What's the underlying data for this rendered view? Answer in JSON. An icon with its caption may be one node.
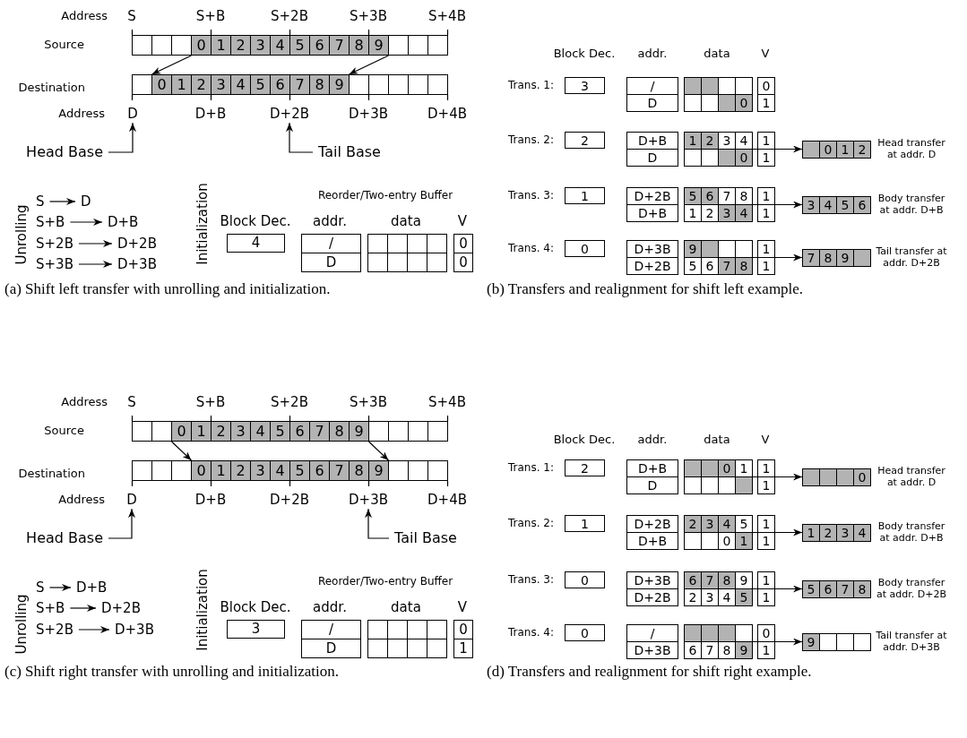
{
  "diagram": {
    "nodes": [
      {
        "text": [
          "0",
          "1",
          "2",
          "3",
          "4",
          "5",
          "6",
          "7",
          "8",
          "9"
        ]
      },
      {
        "text": [
          "0",
          "1",
          "2",
          "3",
          "4",
          "5",
          "6",
          "7",
          "8",
          "9"
        ]
      },
      {
        "text": [
          "D"
        ]
      },
      {
        "text": [
          "D+2B"
        ]
      },
      {
        "text": [
          "Head Base"
        ]
      },
      {
        "text": [
          "Tail Base"
        ]
      },
      {
        "text": [
          "S"
        ]
      },
      {
        "text": [
          "D"
        ]
      },
      {
        "text": [
          "S+B"
        ]
      },
      {
        "text": [
          "D+B"
        ]
      },
      {
        "text": [
          "S+2B"
        ]
      },
      {
        "text": [
          "D+2B"
        ]
      },
      {
        "text": [
          "S+3B"
        ]
      },
      {
        "text": [
          "D+3B"
        ]
      },
      {
        "text": [
          "4"
        ]
      },
      {
        "text": [
          "/",
          "D"
        ]
      },
      {
        "text": [],
        "shape": "box"
      },
      {
        "text": [
          "0",
          "0"
        ]
      },
      {
        "text": [
          "3"
        ]
      },
      {
        "text": [
          "/",
          "D"
        ]
      },
      {
        "text": [
          "0",
          "0",
          "1"
        ]
      },
      {
        "text": [
          "2"
        ]
      },
      {
        "text": [
          "D+B",
          "D"
        ]
      },
      {
        "text": [
          "1",
          "2",
          "3",
          "4",
          "1",
          "0",
          "1"
        ]
      },
      {
        "text": [
          "0",
          "1",
          "2"
        ],
        "beside": [
          "Head transfer at addr. D"
        ]
      },
      {
        "text": [
          "1"
        ]
      },
      {
        "text": [
          "D+2B",
          "D+B"
        ]
      },
      {
        "text": [
          "5",
          "6",
          "7",
          "8",
          "1",
          "1",
          "2",
          "3",
          "4",
          "1"
        ]
      },
      {
        "text": [
          "3",
          "4",
          "5",
          "6"
        ],
        "beside": [
          "Body transfer at addr. D+B"
        ]
      },
      {
        "text": [
          "0"
        ]
      },
      {
        "text": [
          "D+3B",
          "D+2B"
        ]
      },
      {
        "text": [
          "9",
          "1",
          "5",
          "6",
          "7",
          "8",
          "1"
        ]
      },
      {
        "text": [
          "7",
          "8",
          "9"
        ],
        "beside": [
          "Tail transfer at addr. D+2B"
        ]
      },
      {
        "text": [
          "0",
          "1",
          "2",
          "3",
          "4",
          "5",
          "6",
          "7",
          "8",
          "9"
        ]
      },
      {
        "text": [
          "0",
          "1",
          "2",
          "3",
          "4",
          "5",
          "6",
          "7",
          "8",
          "9"
        ]
      },
      {
        "text": [
          "D"
        ]
      },
      {
        "text": [
          "D+3B"
        ]
      },
      {
        "text": [
          "Head Base"
        ]
      },
      {
        "text": [
          "Tail Base"
        ]
      },
      {
        "text": [
          "S"
        ]
      },
      {
        "text": [
          "D+B"
        ]
      },
      {
        "text": [
          "S+B"
        ]
      },
      {
        "text": [
          "D+2B"
        ]
      },
      {
        "text": [
          "S+2B"
        ]
      },
      {
        "text": [
          "D+3B"
        ]
      },
      {
        "text": [
          "3"
        ]
      },
      {
        "text": [
          "/",
          "D"
        ]
      },
      {
        "text": [],
        "shape": "box"
      },
      {
        "text": [
          "0",
          "1"
        ]
      },
      {
        "text": [
          "2"
        ]
      },
      {
        "text": [
          "D+B",
          "D"
        ]
      },
      {
        "text": [
          "0",
          "1",
          "1",
          "1"
        ]
      },
      {
        "text": [
          "0"
        ],
        "beside": [
          "Head transfer at addr. D"
        ]
      },
      {
        "text": [
          "1"
        ]
      },
      {
        "text": [
          "D+2B",
          "D+B"
        ]
      },
      {
        "text": [
          "2",
          "3",
          "4",
          "5",
          "1",
          "0",
          "1",
          "1"
        ]
      },
      {
        "text": [
          "1",
          "2",
          "3",
          "4"
        ],
        "beside": [
          "Body transfer at addr. D+B"
        ]
      },
      {
        "text": [
          "0"
        ]
      },
      {
        "text": [
          "D+3B",
          "D+2B"
        ]
      },
      {
        "text": [
          "6",
          "7",
          "8",
          "9",
          "1",
          "2",
          "3",
          "4",
          "5",
          "1"
        ]
      },
      {
        "text": [
          "5",
          "6",
          "7",
          "8"
        ],
        "beside": [
          "Body transfer at addr. D+2B"
        ]
      },
      {
        "text": [
          "0"
        ]
      },
      {
        "text": [
          "/",
          "D+3B"
        ]
      },
      {
        "text": [
          "0",
          "6",
          "7",
          "8",
          "9",
          "1"
        ]
      },
      {
        "text": [
          "9"
        ],
        "beside": [
          "Tail transfer at addr. D+3B"
        ]
      }
    ],
    "edges": [
      {
        "from": 0,
        "to": 1,
        "arrow": "to"
      },
      {
        "from": 0,
        "to": 1,
        "arrow": "to"
      },
      {
        "from": 4,
        "to": 2,
        "arrow": "to"
      },
      {
        "from": 5,
        "to": 3,
        "arrow": "to"
      },
      {
        "from": 6,
        "to": 7,
        "arrow": "to"
      },
      {
        "from": 8,
        "to": 9,
        "arrow": "to"
      },
      {
        "from": 10,
        "to": 11,
        "arrow": "to"
      },
      {
        "from": 12,
        "to": 13,
        "arrow": "to"
      },
      {
        "from": 23,
        "to": 24,
        "arrow": "to"
      },
      {
        "from": 27,
        "to": 28,
        "arrow": "to"
      },
      {
        "from": 31,
        "to": 32,
        "arrow": "to"
      },
      {
        "from": 33,
        "to": 34,
        "arrow": "to"
      },
      {
        "from": 33,
        "to": 34,
        "arrow": "to"
      },
      {
        "from": 37,
        "to": 35,
        "arrow": "to"
      },
      {
        "from": 38,
        "to": 36,
        "arrow": "to"
      },
      {
        "from": 39,
        "to": 40,
        "arrow": "to"
      },
      {
        "from": 41,
        "to": 42,
        "arrow": "to"
      },
      {
        "from": 43,
        "to": 44,
        "arrow": "to"
      },
      {
        "from": 51,
        "to": 52,
        "arrow": "to"
      },
      {
        "from": 55,
        "to": 56,
        "arrow": "to"
      },
      {
        "from": 59,
        "to": 60,
        "arrow": "to"
      },
      {
        "from": 63,
        "to": 64,
        "arrow": "to"
      }
    ],
    "labels": [
      "Address",
      "S",
      "S+B",
      "S+2B",
      "S+3B",
      "S+4B",
      "Source",
      "Destination",
      "Address",
      "D+B",
      "D+3B",
      "D+4B",
      "Unrolling",
      "Initialization",
      "Reorder/Two-entry Buffer",
      "Block Dec.",
      "addr.",
      "data",
      "V",
      "Block Dec.",
      "addr.",
      "data",
      "V",
      "Trans. 1:",
      "Trans. 2:",
      "Trans. 3:",
      "Trans. 4:",
      "(a) Shift left transfer with unrolling and initialization.",
      "(b) Transfers and realignment for shift left example.",
      "Address",
      "S",
      "S+B",
      "S+2B",
      "S+3B",
      "S+4B",
      "Source",
      "Destination",
      "Address",
      "D+B",
      "D+2B",
      "D+4B",
      "Unrolling",
      "Initialization",
      "Reorder/Two-entry Buffer",
      "Block Dec.",
      "addr.",
      "data",
      "V",
      "Block Dec.",
      "addr.",
      "data",
      "V",
      "Trans. 1:",
      "Trans. 2:",
      "Trans. 3:",
      "Trans. 4:",
      "(c) Shift right transfer with unrolling and initialization.",
      "(d) Transfers and realignment for shift right example."
    ]
  }
}
